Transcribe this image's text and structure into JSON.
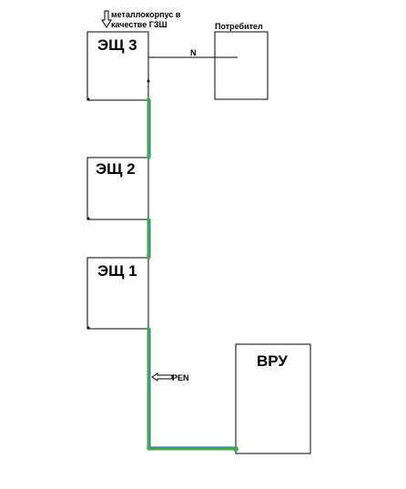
{
  "note": {
    "line1": "металлокорпус в",
    "line2": "качестве ГЗШ"
  },
  "boxes": {
    "eshch3": "ЭЩ 3",
    "eshch2": "ЭЩ 2",
    "eshch1": "ЭЩ 1",
    "vru": "ВРУ",
    "consumer": "Потребител"
  },
  "wires": {
    "neutral_label": "N",
    "pen_label": "PEN"
  },
  "colors": {
    "pen_green": "#3fae49",
    "pen_blue": "#3a5fcd",
    "outline": "#000000"
  }
}
